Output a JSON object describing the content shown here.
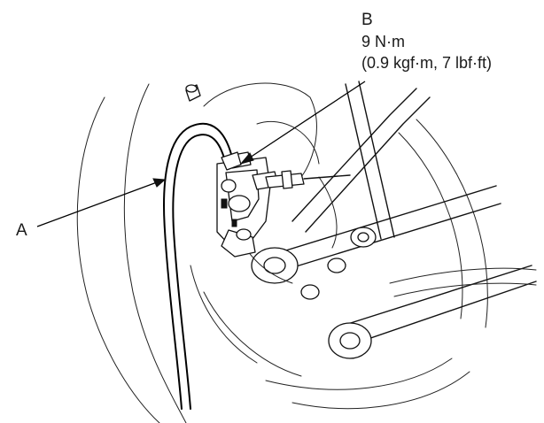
{
  "callouts": {
    "a": {
      "letter": "A"
    },
    "b": {
      "letter": "B",
      "torque_nm": "9 N·m",
      "torque_alt": "(0.9 kgf·m, 7 lbf·ft)"
    }
  }
}
